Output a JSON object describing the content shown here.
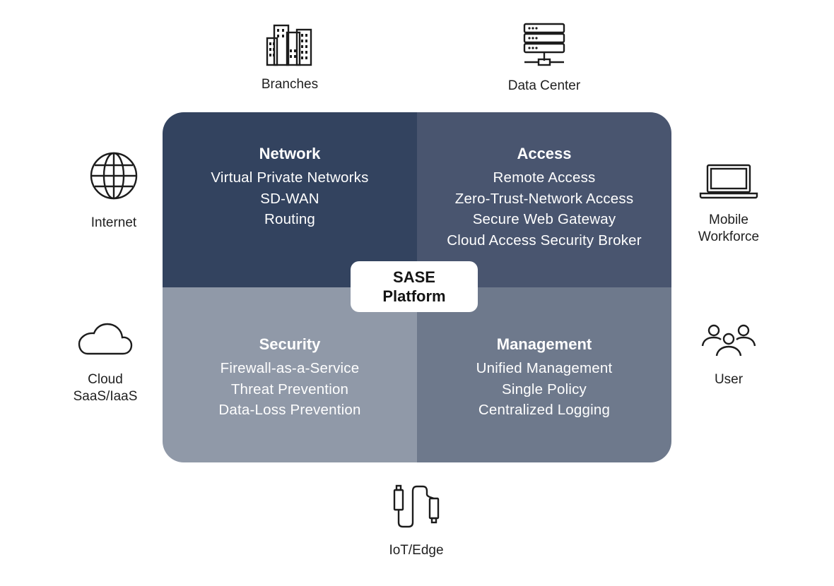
{
  "nodes": {
    "branches": {
      "icon": "buildings-icon",
      "label": "Branches"
    },
    "data_center": {
      "icon": "server-rack-icon",
      "label": "Data Center"
    },
    "internet": {
      "icon": "globe-icon",
      "label": "Internet"
    },
    "cloud": {
      "icon": "cloud-icon",
      "label_lines": [
        "Cloud",
        "SaaS/IaaS"
      ]
    },
    "mobile": {
      "icon": "laptop-icon",
      "label_lines": [
        "Mobile",
        "Workforce"
      ]
    },
    "user": {
      "icon": "users-icon",
      "label": "User"
    },
    "iot": {
      "icon": "cable-connector-icon",
      "label": "IoT/Edge"
    }
  },
  "platform": {
    "center_label_lines": [
      "SASE",
      "Platform"
    ],
    "quadrants": {
      "network": {
        "title": "Network",
        "items": [
          "Virtual Private Networks",
          "SD-WAN",
          "Routing"
        ]
      },
      "access": {
        "title": "Access",
        "items": [
          "Remote Access",
          "Zero-Trust-Network Access",
          "Secure Web Gateway",
          "Cloud Access Security Broker"
        ]
      },
      "security": {
        "title": "Security",
        "items": [
          "Firewall-as-a-Service",
          "Threat Prevention",
          "Data-Loss Prevention"
        ]
      },
      "management": {
        "title": "Management",
        "items": [
          "Unified Management",
          "Single Policy",
          "Centralized Logging"
        ]
      }
    }
  },
  "colors": {
    "network": "#33435f",
    "access": "#49556f",
    "security": "#9099a8",
    "management": "#6e798c"
  }
}
